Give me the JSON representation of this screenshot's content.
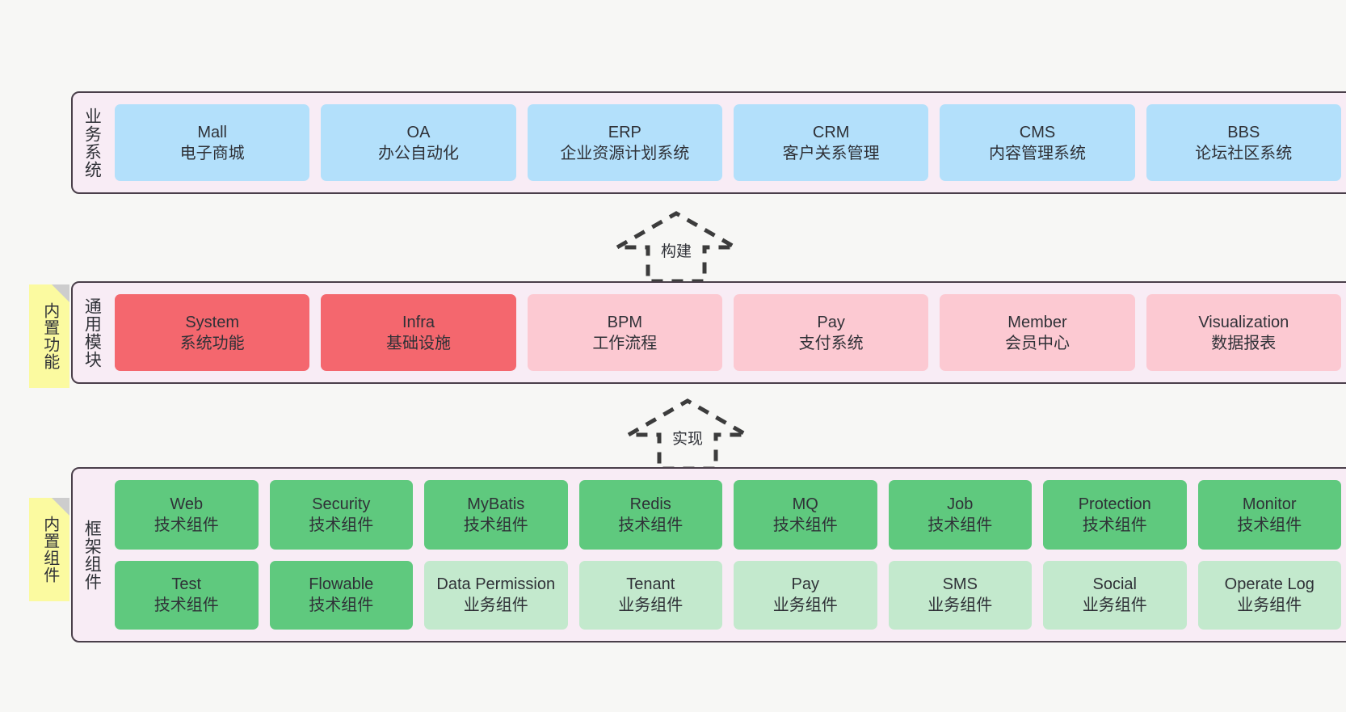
{
  "diagram": {
    "background_color": "#f7f7f5",
    "layer_fill": "#f8ecf5",
    "layer_border": "#4a3f4a",
    "note_color": "#fbfaa0",
    "colors": {
      "blue": "#b3e0fb",
      "red": "#f4676e",
      "pink": "#fcc9d2",
      "green": "#5fc97e",
      "green_light": "#c3e9cd"
    }
  },
  "layers": [
    {
      "title": "业务系统",
      "note": null,
      "rows": [
        [
          {
            "en": "Mall",
            "cn": "电子商城",
            "color": "blue"
          },
          {
            "en": "OA",
            "cn": "办公自动化",
            "color": "blue"
          },
          {
            "en": "ERP",
            "cn": "企业资源计划系统",
            "color": "blue"
          },
          {
            "en": "CRM",
            "cn": "客户关系管理",
            "color": "blue"
          },
          {
            "en": "CMS",
            "cn": "内容管理系统",
            "color": "blue"
          },
          {
            "en": "BBS",
            "cn": "论坛社区系统",
            "color": "blue"
          }
        ]
      ]
    },
    {
      "title": "通用模块",
      "note": "内置功能",
      "rows": [
        [
          {
            "en": "System",
            "cn": "系统功能",
            "color": "red"
          },
          {
            "en": "Infra",
            "cn": "基础设施",
            "color": "red"
          },
          {
            "en": "BPM",
            "cn": "工作流程",
            "color": "pink"
          },
          {
            "en": "Pay",
            "cn": "支付系统",
            "color": "pink"
          },
          {
            "en": "Member",
            "cn": "会员中心",
            "color": "pink"
          },
          {
            "en": "Visualization",
            "cn": "数据报表",
            "color": "pink"
          }
        ]
      ]
    },
    {
      "title": "框架组件",
      "note": "内置组件",
      "rows": [
        [
          {
            "en": "Web",
            "cn": "技术组件",
            "color": "green"
          },
          {
            "en": "Security",
            "cn": "技术组件",
            "color": "green"
          },
          {
            "en": "MyBatis",
            "cn": "技术组件",
            "color": "green"
          },
          {
            "en": "Redis",
            "cn": "技术组件",
            "color": "green"
          },
          {
            "en": "MQ",
            "cn": "技术组件",
            "color": "green"
          },
          {
            "en": "Job",
            "cn": "技术组件",
            "color": "green"
          },
          {
            "en": "Protection",
            "cn": "技术组件",
            "color": "green"
          },
          {
            "en": "Monitor",
            "cn": "技术组件",
            "color": "green"
          }
        ],
        [
          {
            "en": "Test",
            "cn": "技术组件",
            "color": "green"
          },
          {
            "en": "Flowable",
            "cn": "技术组件",
            "color": "green"
          },
          {
            "en": "Data Permission",
            "cn": "业务组件",
            "color": "green_light"
          },
          {
            "en": "Tenant",
            "cn": "业务组件",
            "color": "green_light"
          },
          {
            "en": "Pay",
            "cn": "业务组件",
            "color": "green_light"
          },
          {
            "en": "SMS",
            "cn": "业务组件",
            "color": "green_light"
          },
          {
            "en": "Social",
            "cn": "业务组件",
            "color": "green_light"
          },
          {
            "en": "Operate Log",
            "cn": "业务组件",
            "color": "green_light"
          }
        ]
      ]
    }
  ],
  "arrows": [
    {
      "label": "构建"
    },
    {
      "label": "实现"
    }
  ]
}
